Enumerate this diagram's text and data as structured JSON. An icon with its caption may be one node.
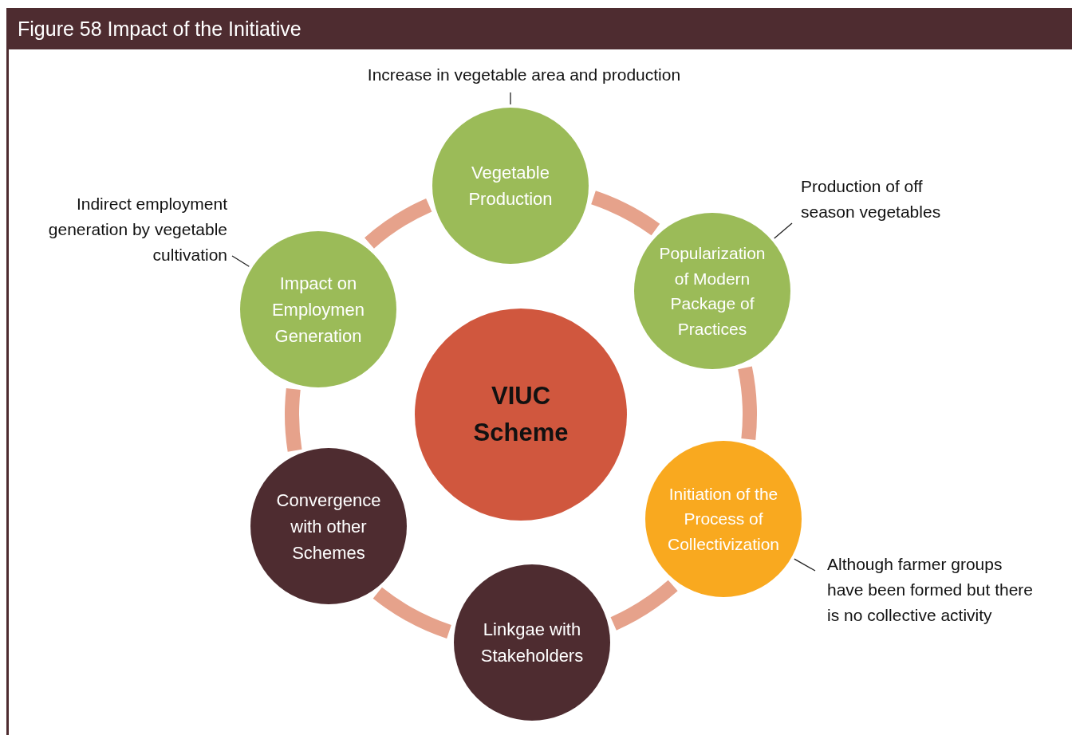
{
  "diagram": {
    "title": "Figure 58 Impact of the Initiative",
    "nodes": [
      {
        "text": [
          "Increase in vegetable area and production"
        ]
      },
      {
        "text": [
          "Vegetable Production"
        ]
      },
      {
        "text": [
          "Production of off season vegetables"
        ]
      },
      {
        "text": [
          "Indirect employment generation by vegetable cultivation"
        ]
      },
      {
        "text": [
          "Popularization of Modern Package of Practices"
        ]
      },
      {
        "text": [
          "Impact on Employmen Generation"
        ]
      },
      {
        "text": [
          "VIUC Scheme"
        ]
      },
      {
        "text": [
          "Initiation of the Process of Collectivization"
        ]
      },
      {
        "text": [
          "Convergence with other Schemes"
        ]
      },
      {
        "text": [
          "Although farmer groups have been formed but there is no collective activity"
        ]
      },
      {
        "text": [
          "Linkgae with Stakeholders"
        ]
      }
    ],
    "edges": [
      {
        "from": 1,
        "to": 4,
        "arrow": "none"
      },
      {
        "from": 4,
        "to": 7,
        "arrow": "none"
      },
      {
        "from": 7,
        "to": 10,
        "arrow": "none"
      },
      {
        "from": 10,
        "to": 8,
        "arrow": "none"
      },
      {
        "from": 8,
        "to": 5,
        "arrow": "none"
      },
      {
        "from": 5,
        "to": 1,
        "arrow": "none"
      },
      {
        "from": 0,
        "to": 1,
        "arrow": "none",
        "color": "#222222"
      },
      {
        "from": 2,
        "to": 4,
        "arrow": "none",
        "color": "#222222"
      },
      {
        "from": 3,
        "to": 5,
        "arrow": "none",
        "color": "#222222"
      },
      {
        "from": 9,
        "to": 7,
        "arrow": "none",
        "color": "#222222"
      }
    ]
  }
}
